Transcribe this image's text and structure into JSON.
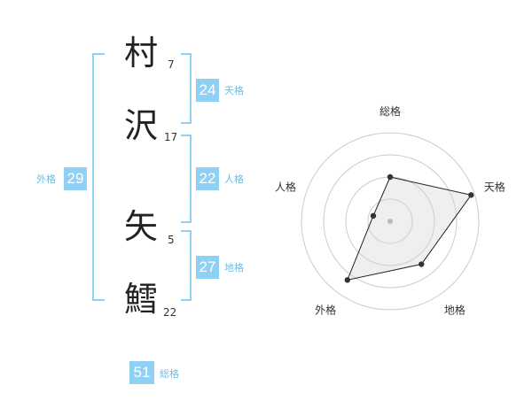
{
  "colors": {
    "bracket": "#8fd0f5",
    "badge_bg": "#8fd0f5",
    "label": "#6bbde8"
  },
  "characters": [
    {
      "char": "村",
      "strokes": "7"
    },
    {
      "char": "沢",
      "strokes": "17"
    },
    {
      "char": "矢",
      "strokes": "5"
    },
    {
      "char": "鱈",
      "strokes": "22"
    }
  ],
  "kakusu": {
    "tenkaku": {
      "value": "24",
      "label": "天格"
    },
    "jinkaku": {
      "value": "22",
      "label": "人格"
    },
    "chikaku": {
      "value": "27",
      "label": "地格"
    },
    "gaikaku": {
      "value": "29",
      "label": "外格"
    },
    "soukaku": {
      "value": "51",
      "label": "総格"
    }
  },
  "chart_data": {
    "type": "radar",
    "axes": [
      "総格",
      "天格",
      "地格",
      "外格",
      "人格"
    ],
    "values": [
      2.5,
      4.8,
      3.0,
      4.1,
      1.0
    ],
    "max": 5,
    "rings": 4
  }
}
